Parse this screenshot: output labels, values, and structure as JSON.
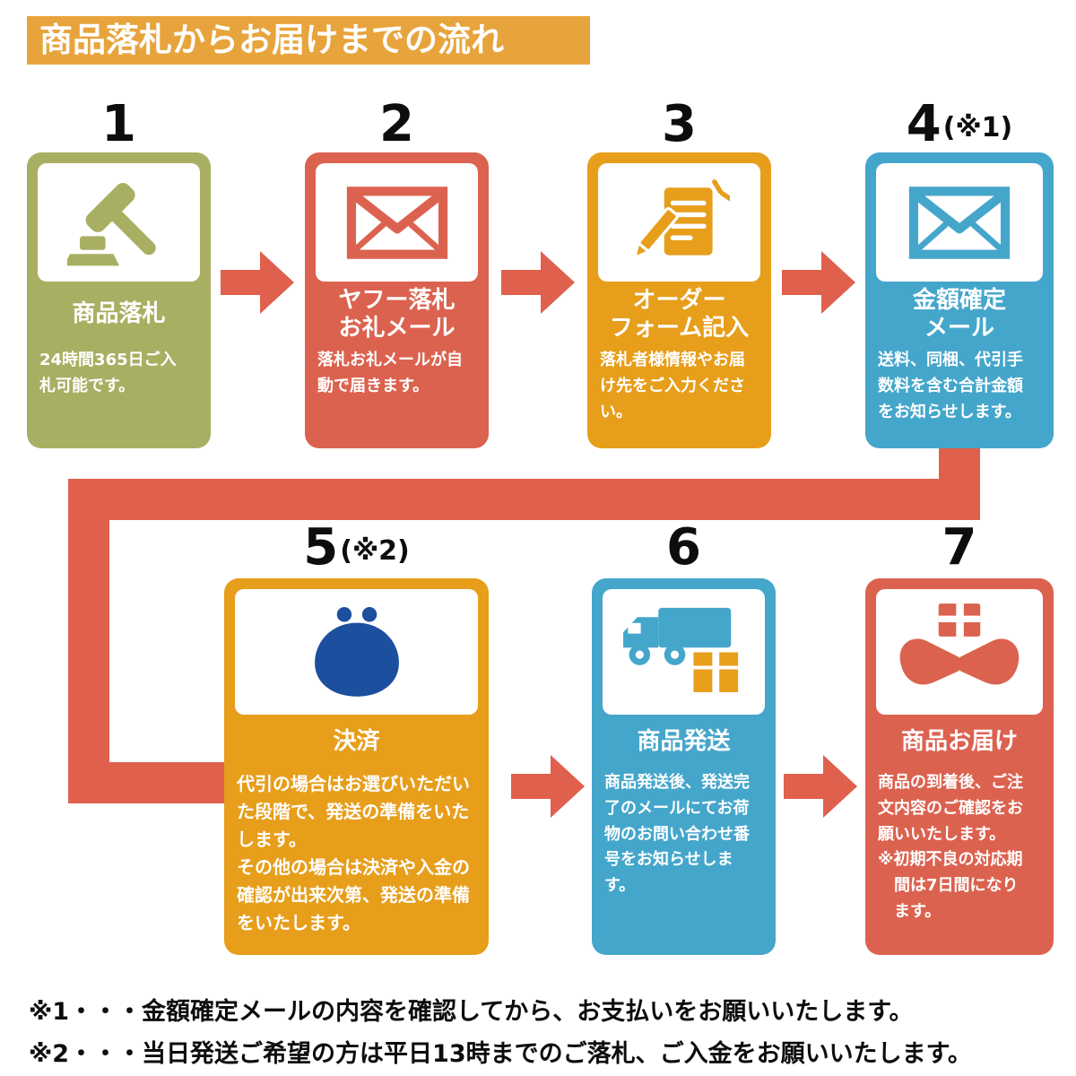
{
  "header": {
    "title": "商品落札からお届けまでの流れ"
  },
  "palette": {
    "header_bg": "#e8a43c",
    "arrow_red": "#e0604e",
    "olive": "#a9af62",
    "red": "#dc6250",
    "orange": "#e79e1b",
    "blue": "#45a6cb",
    "purse_navy": "#1d4f9f",
    "text_black": "#0d0d0d"
  },
  "steps": [
    {
      "number": "1",
      "number_note": "",
      "title": "商品落札",
      "desc": "24時間365日ご入\n札可能です。",
      "color": "#a9af62",
      "icon": "gavel-icon"
    },
    {
      "number": "2",
      "number_note": "",
      "title": "ヤフー落札\nお礼メール",
      "desc": "落札お礼メールが自\n動で届きます。",
      "color": "#dc6250",
      "icon": "mail-icon"
    },
    {
      "number": "3",
      "number_note": "",
      "title": "オーダー\nフォーム記入",
      "desc": "落札者様情報やお届\nけ先をご入力くださ\nい。",
      "color": "#e79e1b",
      "icon": "order-form-pencil-icon"
    },
    {
      "number": "4",
      "number_note": "(※1)",
      "title": "金額確定\nメール",
      "desc": "送料、同梱、代引手\n数料を含む合計金額\nをお知らせします。",
      "color": "#45a6cb",
      "icon": "mail-icon"
    },
    {
      "number": "5",
      "number_note": "(※2)",
      "title": "決済",
      "desc": "代引の場合はお選びいただい\nた段階で、発送の準備をいた\nします。\nその他の場合は決済や入金の\n確認が出来次第、発送の準備\nをいたします。",
      "color": "#e79e1b",
      "icon": "coin-purse-icon"
    },
    {
      "number": "6",
      "number_note": "",
      "title": "商品発送",
      "desc": "商品発送後、発送完\n了のメールにてお荷\n物のお問い合わせ番\n号をお知らせします。",
      "color": "#45a6cb",
      "icon": "delivery-truck-icon"
    },
    {
      "number": "7",
      "number_note": "",
      "title": "商品お届け",
      "desc": "商品の到着後、ご注\n文内容のご確認をお\n願いいたします。\n※初期不良の対応期\n　間は7日間になり\n　ます。",
      "color": "#dc6250",
      "icon": "hands-package-icon"
    }
  ],
  "footnotes": [
    "※1・・・金額確定メールの内容を確認してから、お支払いをお願いいたします。",
    "※2・・・当日発送ご希望の方は平日13時までのご落札、ご入金をお願いいたします。"
  ]
}
